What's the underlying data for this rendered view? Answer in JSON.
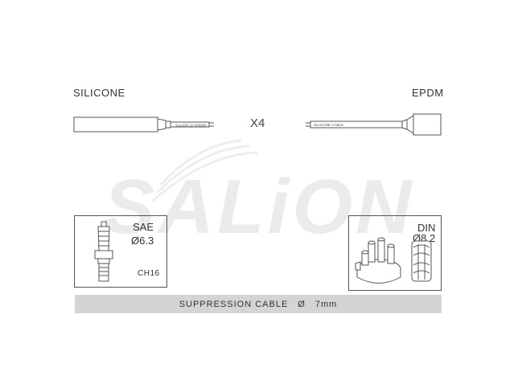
{
  "labels": {
    "left_material": "SILICONE",
    "right_material": "EPDM",
    "quantity": "X4",
    "left_cable_print": "SALiON 10 000000",
    "right_cable_print": "SILICONE CABLE"
  },
  "watermark": {
    "text": "SALiON"
  },
  "sae_box": {
    "title": "SAE",
    "diameter": "Ø6.3",
    "code": "CH16"
  },
  "din_box": {
    "title": "DIN",
    "diameter": "Ø8.2"
  },
  "bottom_bar": {
    "label": "SUPPRESSION CABLE",
    "diameter_symbol": "Ø",
    "size": "7mm"
  },
  "colors": {
    "line": "#555555",
    "watermark": "#ececec",
    "bar": "#d4d4d4"
  }
}
